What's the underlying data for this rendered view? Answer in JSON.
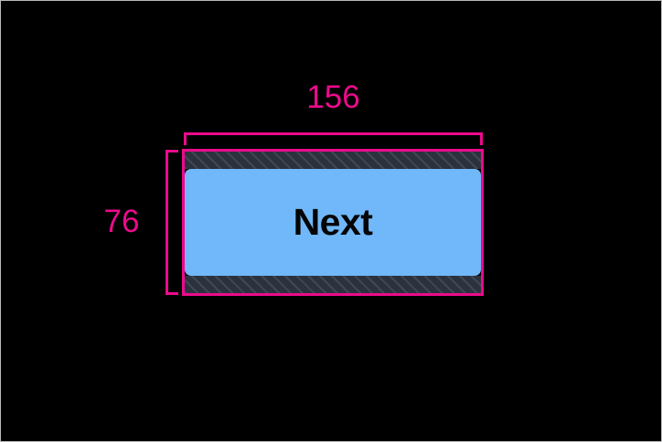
{
  "inspector": {
    "background_color": "#000000",
    "frame_border_color": "#b9b9b9",
    "annotation_color": "#ec0a8c",
    "padding_fill_color": "#2c323d",
    "padding_hatch_color": "#3f4857"
  },
  "selection": {
    "name": "selected-element-bounds",
    "border_color": "#ec0a8c",
    "width_dimension": "156",
    "height_dimension": "76"
  },
  "element": {
    "type": "button",
    "label": "Next",
    "fill_color": "#70b8f9",
    "text_color": "#050505"
  }
}
